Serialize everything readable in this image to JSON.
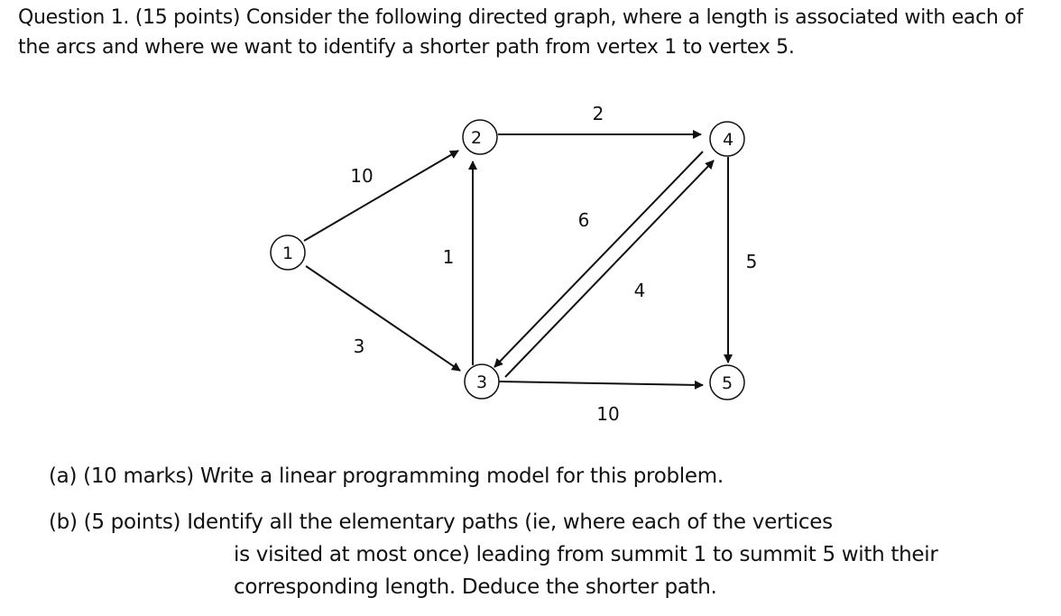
{
  "question": {
    "intro": "Question 1. (15 points) Consider the following directed graph, where a length is associated with each of the arcs and where we want to identify a shorter path from vertex 1 to vertex 5."
  },
  "graph": {
    "vertices": [
      {
        "id": "1",
        "label": "1"
      },
      {
        "id": "2",
        "label": "2"
      },
      {
        "id": "3",
        "label": "3"
      },
      {
        "id": "4",
        "label": "4"
      },
      {
        "id": "5",
        "label": "5"
      }
    ],
    "arcs": [
      {
        "from": "1",
        "to": "2",
        "length": "10"
      },
      {
        "from": "1",
        "to": "3",
        "length": "3"
      },
      {
        "from": "3",
        "to": "2",
        "length": "1"
      },
      {
        "from": "2",
        "to": "4",
        "length": "2"
      },
      {
        "from": "4",
        "to": "3",
        "length": "6"
      },
      {
        "from": "3",
        "to": "4",
        "length": "4"
      },
      {
        "from": "4",
        "to": "5",
        "length": "5"
      },
      {
        "from": "3",
        "to": "5",
        "length": "10"
      }
    ]
  },
  "parts": {
    "a": "(a) (10 marks) Write a linear programming model for this problem.",
    "b_line1": "(b) (5 points) Identify all the elementary paths (ie, where each of the vertices",
    "b_line2": "is visited at most once) leading from summit 1 to summit 5 with their",
    "b_line3": "corresponding length. Deduce the shorter path."
  }
}
